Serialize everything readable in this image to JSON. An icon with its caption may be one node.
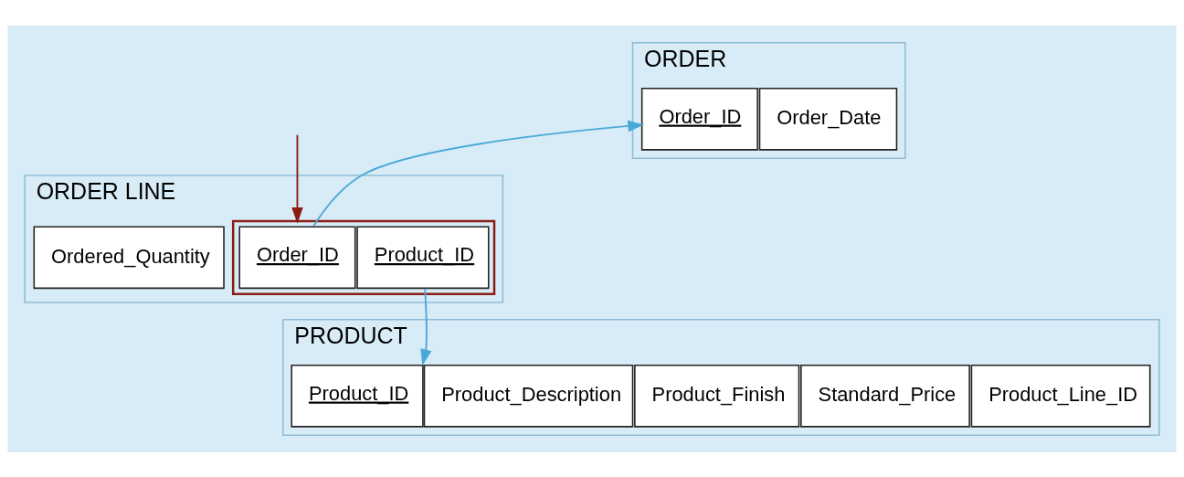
{
  "diagram": {
    "nodes": [
      {
        "text": [
          "ORDER"
        ]
      },
      {
        "text": [
          "Order_ID"
        ],
        "in": 0
      },
      {
        "text": [
          "Order_Date"
        ],
        "in": 0
      },
      {
        "text": [
          "ORDER LINE"
        ]
      },
      {
        "text": [],
        "shape": "box",
        "in": 3
      },
      {
        "text": [
          "Order_ID"
        ],
        "in": 4
      },
      {
        "text": [
          "Product_ID"
        ],
        "in": 4
      },
      {
        "text": [
          "Ordered_Quantity"
        ],
        "in": 3
      },
      {
        "text": [
          "PRODUCT"
        ]
      },
      {
        "text": [
          "Product_ID"
        ],
        "in": 8
      },
      {
        "text": [
          "Product_Description"
        ],
        "in": 8
      },
      {
        "text": [
          "Product_Finish"
        ],
        "in": 8
      },
      {
        "text": [
          "Standard_Price"
        ],
        "in": 8
      },
      {
        "text": [
          "Product_Line_ID"
        ],
        "in": 8
      }
    ],
    "edges": [
      {
        "from": 5,
        "to": 1,
        "arrow": "to"
      },
      {
        "from": 6,
        "to": 9,
        "arrow": "to"
      },
      {
        "from": null,
        "to": 4,
        "arrow": "to",
        "color": "#8b1c13"
      }
    ]
  }
}
